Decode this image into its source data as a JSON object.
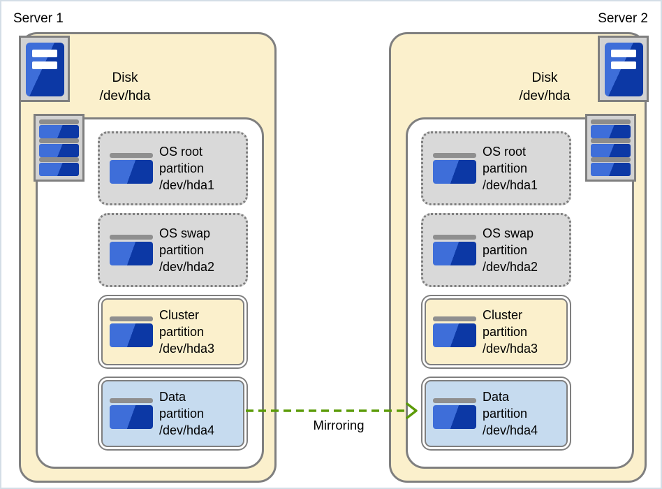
{
  "colors": {
    "server_fill": "#FBF0CC",
    "border_gray": "#7F7F7F",
    "partition_gray_fill": "#D9D9D9",
    "data_blue_fill": "#C6DBEF",
    "icon_blue_light": "#3E6ED9",
    "icon_blue_dark": "#0C38A5",
    "icon_gray_bar": "#8C8C8C",
    "arrow_green": "#5C9B08"
  },
  "servers": [
    {
      "label": "Server 1",
      "disk": {
        "line1": "Disk",
        "line2": "/dev/hda"
      },
      "partitions": [
        {
          "style": "gray",
          "lines": [
            "OS root",
            "partition",
            "/dev/hda1"
          ]
        },
        {
          "style": "gray",
          "lines": [
            "OS swap",
            "partition",
            "/dev/hda2"
          ]
        },
        {
          "style": "cream",
          "lines": [
            "Cluster",
            "partition",
            "/dev/hda3"
          ]
        },
        {
          "style": "blue",
          "lines": [
            "Data",
            "partition",
            "/dev/hda4"
          ]
        }
      ]
    },
    {
      "label": "Server 2",
      "disk": {
        "line1": "Disk",
        "line2": "/dev/hda"
      },
      "partitions": [
        {
          "style": "gray",
          "lines": [
            "OS root",
            "partition",
            "/dev/hda1"
          ]
        },
        {
          "style": "gray",
          "lines": [
            "OS swap",
            "partition",
            "/dev/hda2"
          ]
        },
        {
          "style": "cream",
          "lines": [
            "Cluster",
            "partition",
            "/dev/hda3"
          ]
        },
        {
          "style": "blue",
          "lines": [
            "Data",
            "partition",
            "/dev/hda4"
          ]
        }
      ]
    }
  ],
  "arrow": {
    "label": "Mirroring",
    "color": "#5C9B08"
  }
}
